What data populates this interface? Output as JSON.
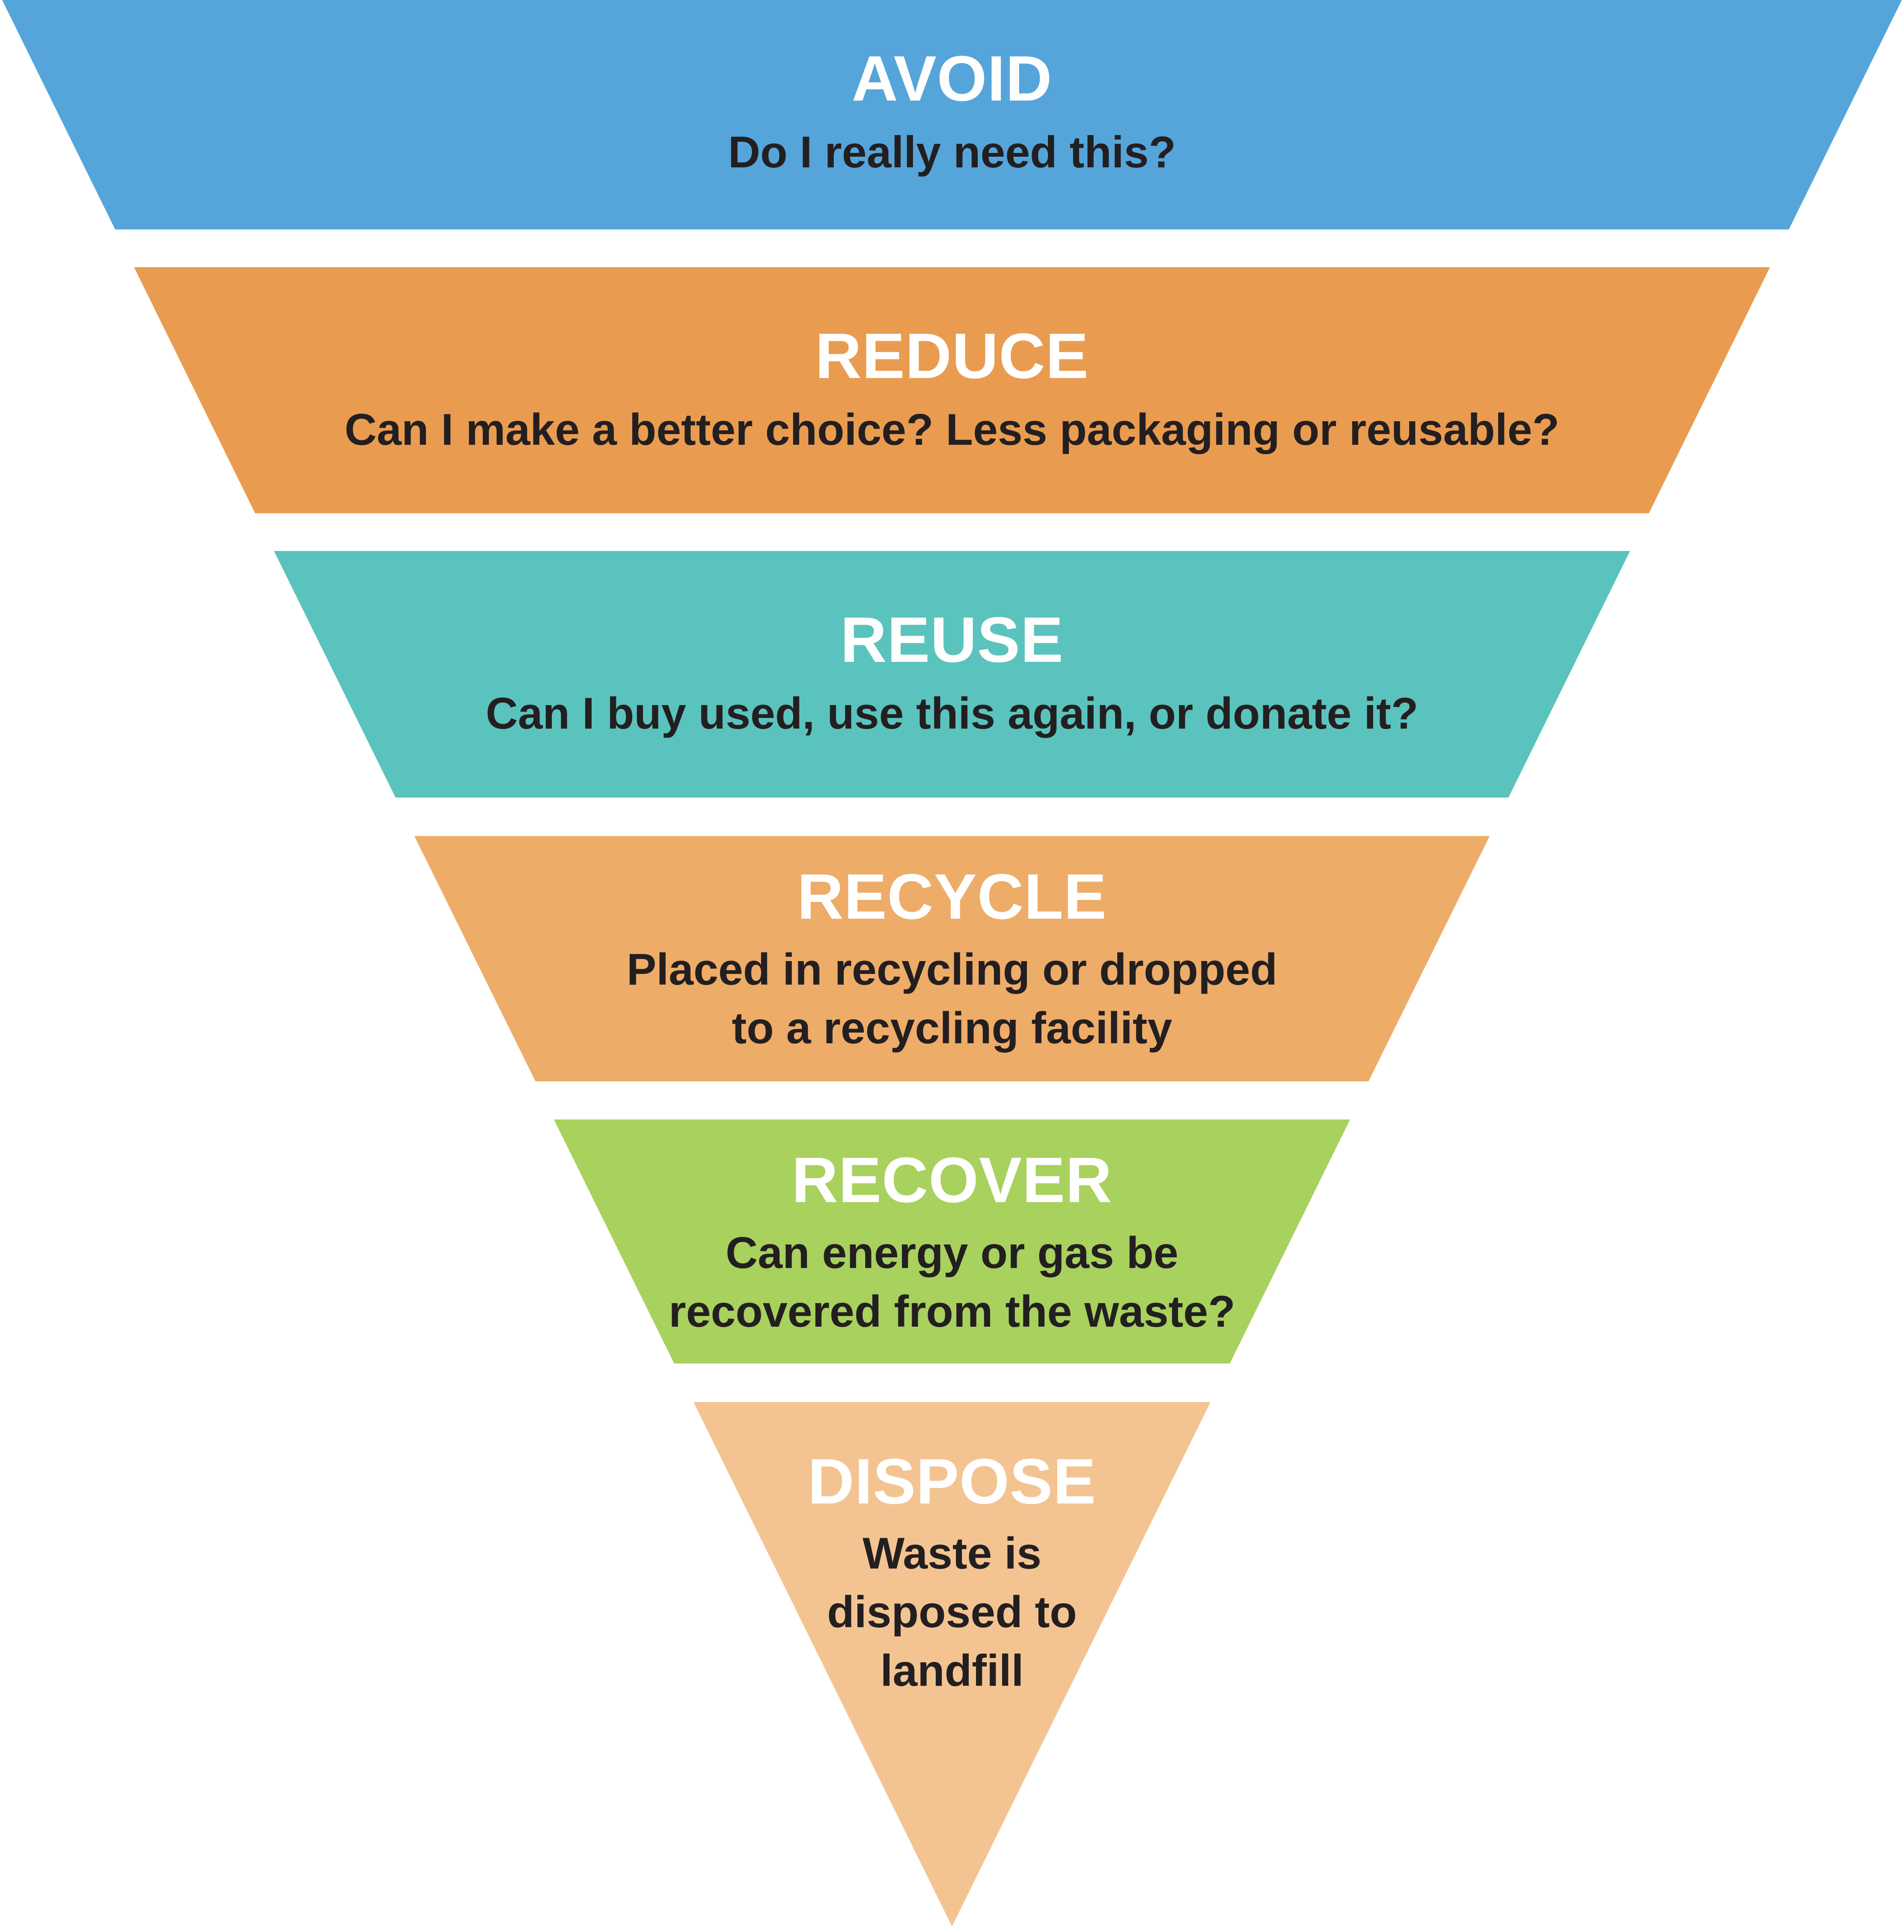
{
  "diagram": {
    "levels": [
      {
        "id": "avoid",
        "title": "AVOID",
        "subtitle": "Do I really need this?",
        "color": "#55A5DB"
      },
      {
        "id": "reduce",
        "title": "REDUCE",
        "subtitle": "Can I make a better choice? Less packaging or reusable?",
        "color": "#E99C50"
      },
      {
        "id": "reuse",
        "title": "REUSE",
        "subtitle": "Can I buy used, use this again, or donate it?",
        "color": "#5BC3BD"
      },
      {
        "id": "recycle",
        "title": "RECYCLE",
        "subtitle": "Placed in recycling or dropped\nto a recycling facility",
        "color": "#EEAC69"
      },
      {
        "id": "recover",
        "title": "RECOVER",
        "subtitle": "Can energy or gas be\nrecovered from the waste?",
        "color": "#A8D15E"
      },
      {
        "id": "dispose",
        "title": "DISPOSE",
        "subtitle": "Waste is\ndisposed to\nlandfill",
        "color": "#F3C492"
      }
    ],
    "title_color": "#FFFFFF",
    "subtitle_color": "#231F20",
    "background_color": "#FFFFFF"
  }
}
